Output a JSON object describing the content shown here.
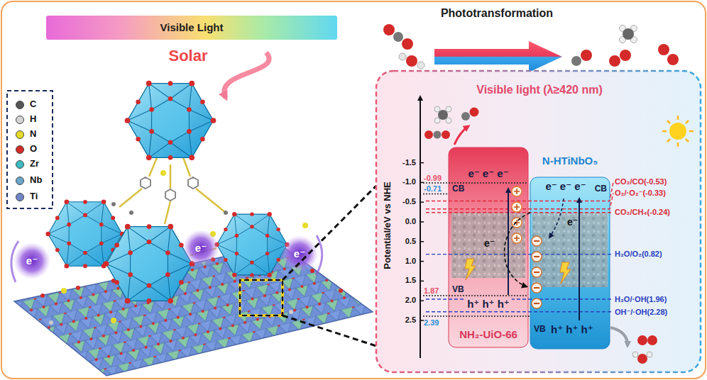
{
  "diagram": {
    "nodes": [
      {
        "text": [
          "Visible Light"
        ]
      },
      {
        "text": [
          "Visible light (λ≥420 nm)"
        ]
      },
      {
        "text": [
          "e⁻ e⁻ e⁻",
          "CB",
          "VB",
          "h⁺ h⁺ h⁺",
          "NH₂-UiO-66"
        ],
        "in": 1
      },
      {
        "text": [
          "N-HTiNbO₅",
          "e⁻ e⁻ e⁻",
          "CB",
          "VB",
          "h⁺ h⁺ h⁺"
        ],
        "in": 1
      }
    ],
    "edges": [
      {
        "from": 3,
        "to": 2,
        "arrow": "to",
        "label": "e⁻"
      }
    ],
    "labels": [
      "Solar",
      "Phototransformation",
      "e⁻",
      "e⁻",
      "e⁻",
      "Potential/eV vs NHE",
      "-1.5",
      "-1.0",
      "-0.5",
      "0.0",
      "0.5",
      "1.0",
      "1.5",
      "2.0",
      "2.5",
      "-0.99",
      "-0.71",
      "1.87",
      "2.39",
      "CO₂/CO(-0.53)",
      "O₂/·O₂⁻(-0.33)",
      "CO₂/CH₄(-0.24)",
      "H₂O/O₂(0.82)",
      "H₂O/·OH(1.96)",
      "OH⁻/·OH(2.28)",
      "e⁻"
    ],
    "legend": [
      {
        "text": "C",
        "color": "#555555"
      },
      {
        "text": "H",
        "color": "#d4d4d4"
      },
      {
        "text": "N",
        "color": "#e6dc2a"
      },
      {
        "text": "O",
        "color": "#d42a2a"
      },
      {
        "text": "Zr",
        "color": "#3cbcc0"
      },
      {
        "text": "Nb",
        "color": "#6aa6c8"
      },
      {
        "text": "Ti",
        "color": "#6f86c8"
      }
    ]
  }
}
